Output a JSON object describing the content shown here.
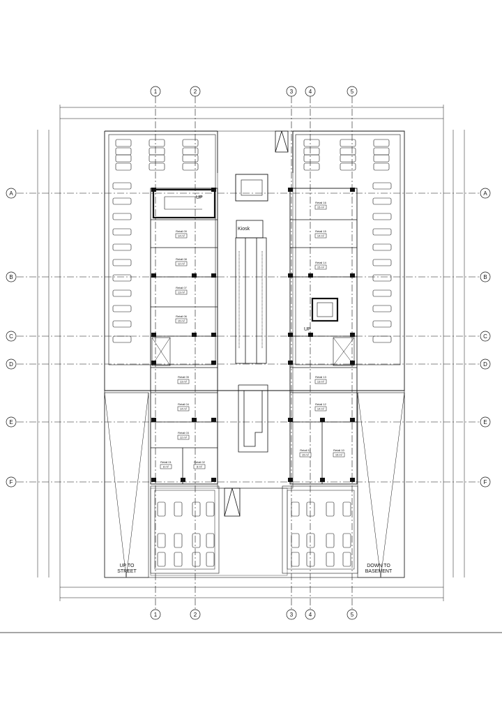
{
  "grid": {
    "columns": [
      "1",
      "2",
      "3",
      "4",
      "5"
    ],
    "rows": [
      "A",
      "B",
      "C",
      "D",
      "E",
      "F"
    ]
  },
  "retail_units": [
    {
      "name": "Retail 09",
      "area": "14 m²"
    },
    {
      "name": "Retail 08",
      "area": "12 m²"
    },
    {
      "name": "Retail 07",
      "area": "13 m²"
    },
    {
      "name": "Retail 06",
      "area": "15 m²"
    },
    {
      "name": "Retail 05",
      "area": "13 m²"
    },
    {
      "name": "Retail 04",
      "area": "14 m²"
    },
    {
      "name": "Retail 03",
      "area": "12 m²"
    },
    {
      "name": "Retail 01",
      "area": "8 m²"
    },
    {
      "name": "Retail 02",
      "area": "8 m²"
    },
    {
      "name": "Retail 16",
      "area": "15 m²"
    },
    {
      "name": "Retail 15",
      "area": "14 m²"
    },
    {
      "name": "Retail 14",
      "area": "15 m²"
    },
    {
      "name": "Retail 13",
      "area": "13 m²"
    },
    {
      "name": "Retail 12",
      "area": "14 m²"
    },
    {
      "name": "Retail 11",
      "area": "15 m²"
    },
    {
      "name": "Retail 10",
      "area": "15 m²"
    }
  ],
  "labels": {
    "kiosk": "Kiosk",
    "up_stair_left": "UP",
    "up_stair_right": "UP",
    "ramp_left_line1": "UP TO",
    "ramp_left_line2": "STREET",
    "ramp_right_line1": "DOWN TO",
    "ramp_right_line2": "BASEMENT"
  }
}
